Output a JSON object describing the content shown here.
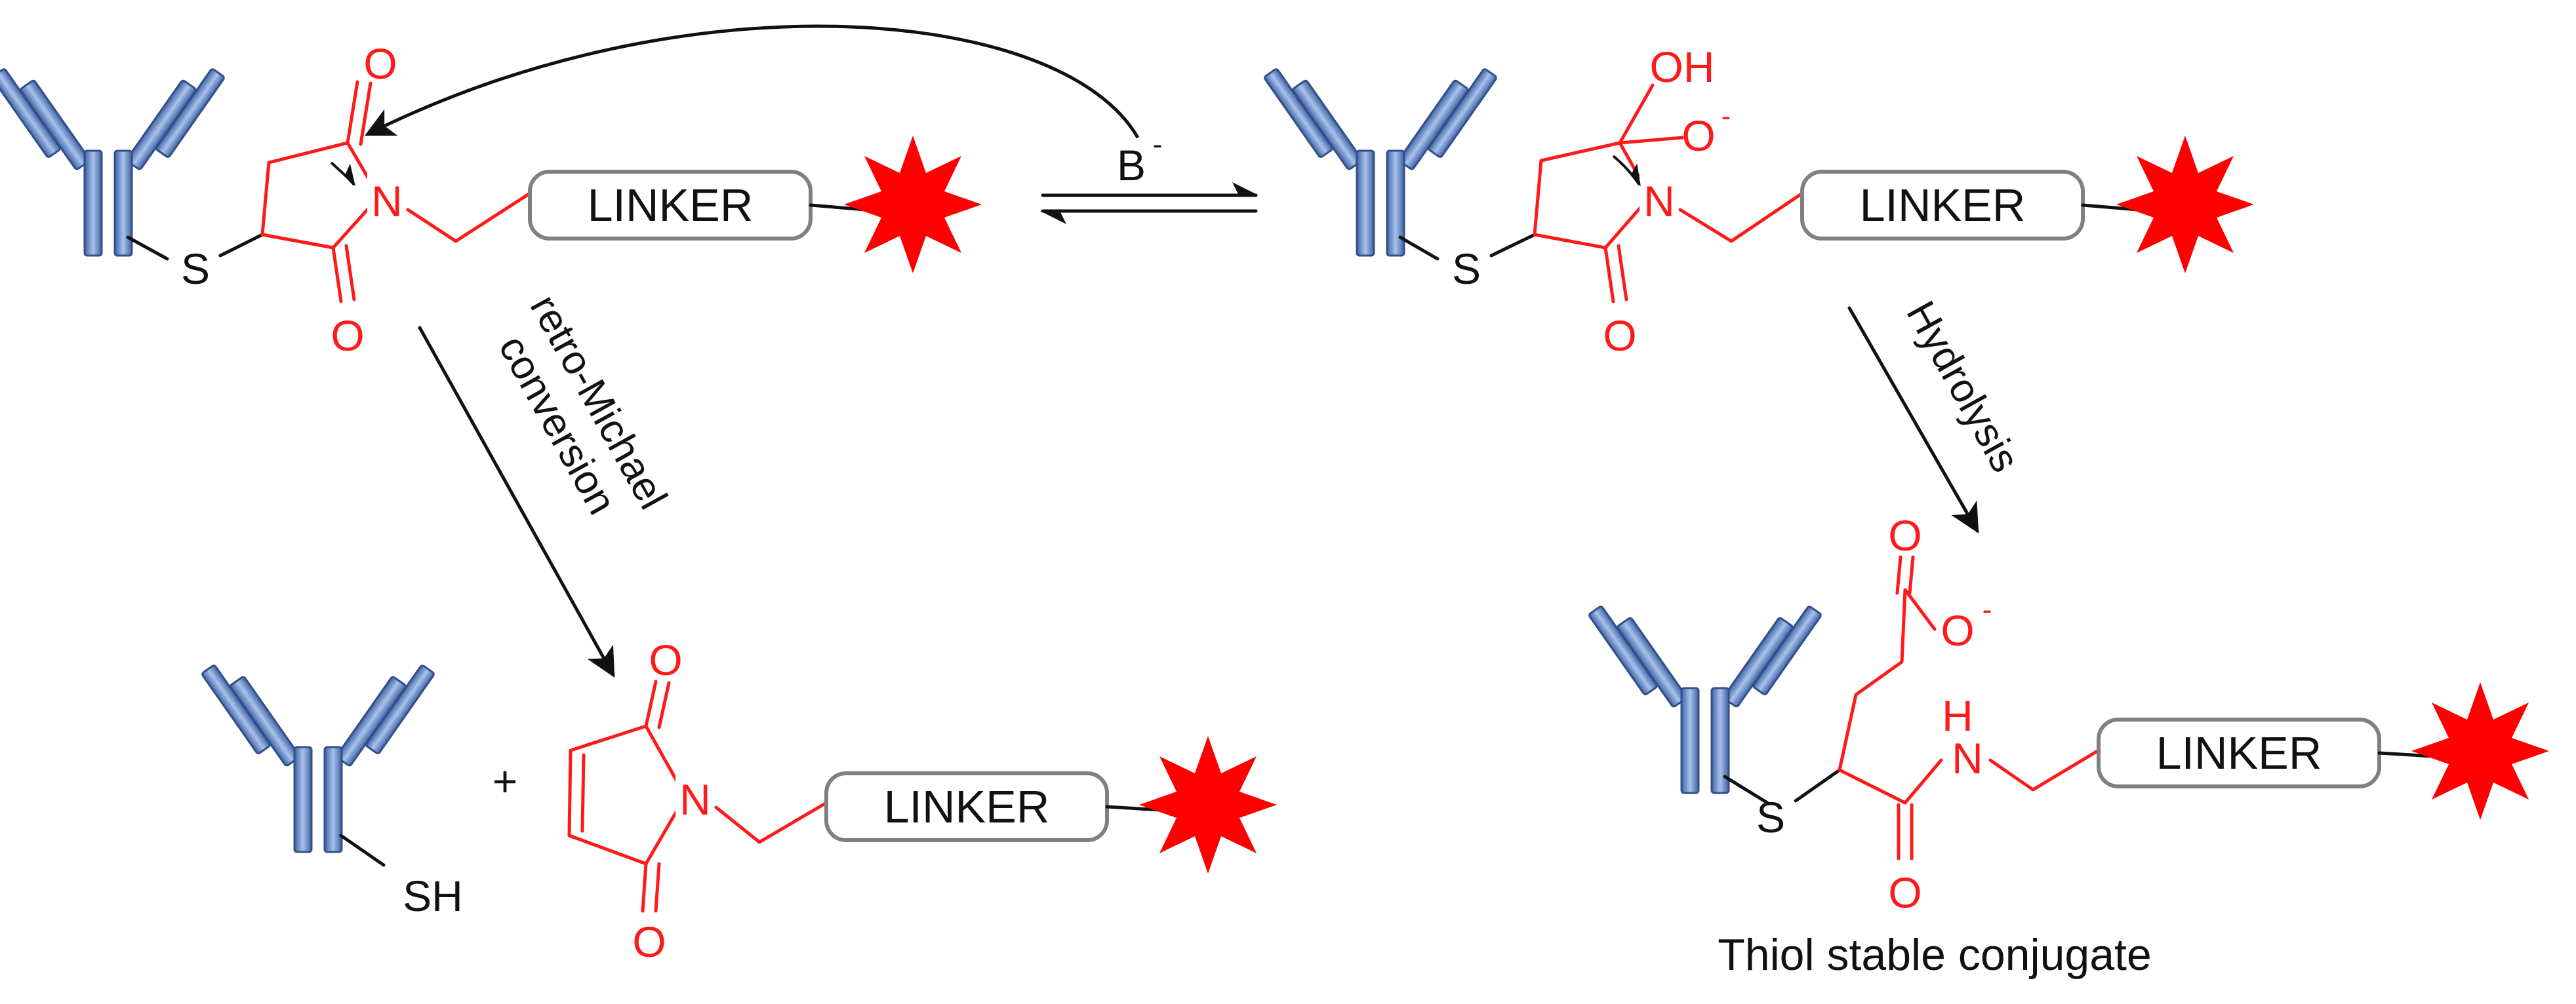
{
  "colors": {
    "heterocycle": "#ff1a1a",
    "antibody": "#5b7fc0",
    "antibody_light": "#a8c0e8",
    "payload_star": "#ff0000",
    "linker_border": "#808080",
    "text": "#111111"
  },
  "reactant": {
    "oxygen_top": "O",
    "oxygen_bottom": "O",
    "nitrogen": "N",
    "sulfur": "S",
    "linker": "LINKER"
  },
  "catalyst": {
    "base": "B",
    "base_charge": "-"
  },
  "intermediate": {
    "hydroxyl": "OH",
    "oxide": "O",
    "oxide_charge": "-",
    "nitrogen": "N",
    "oxygen_bottom": "O",
    "sulfur": "S",
    "linker": "LINKER"
  },
  "retro_michael": {
    "label_line1": "retro-Michael",
    "label_line2": "conversion"
  },
  "hydrolysis": {
    "label": "Hydrolysis"
  },
  "retro_products": {
    "thiol": "SH",
    "plus": "+",
    "oxygen_top": "O",
    "oxygen_bottom": "O",
    "nitrogen": "N",
    "linker": "LINKER"
  },
  "stable_product": {
    "carbonyl_oxygen": "O",
    "carboxylate_oxygen": "O",
    "carboxylate_charge": "-",
    "amide_h": "H",
    "amide_n": "N",
    "amide_oxygen": "O",
    "sulfur": "S",
    "linker": "LINKER",
    "caption": "Thiol stable conjugate"
  }
}
